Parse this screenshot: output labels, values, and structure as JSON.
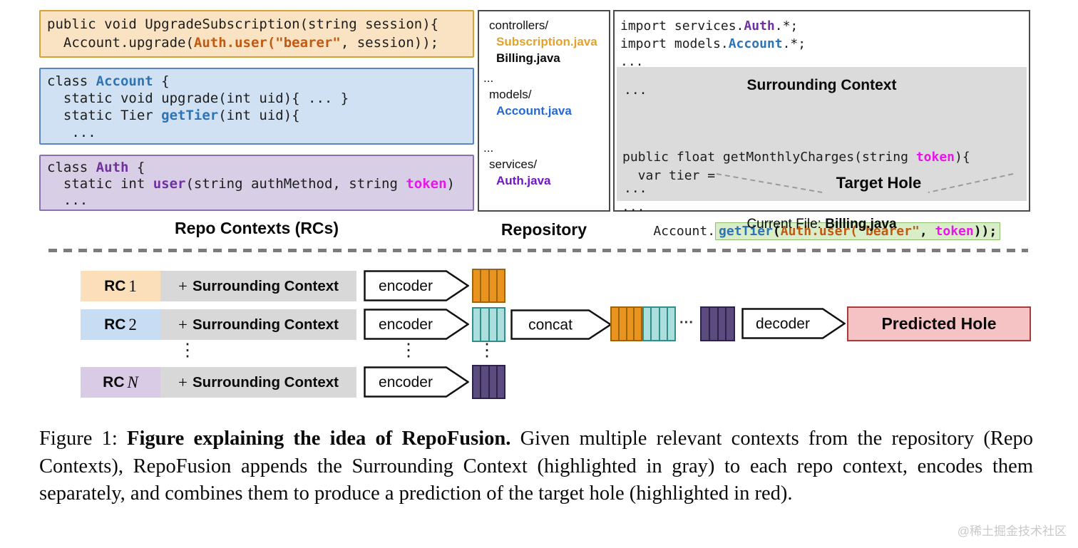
{
  "rc_section": {
    "label": "Repo Contexts (RCs)",
    "box1_lines": [
      [
        [
          "public void UpgradeSubscription(string session){",
          "plain"
        ]
      ],
      [
        [
          "  Account.upgrade(",
          "plain"
        ],
        [
          "Auth.user(\"bearer\"",
          "orange"
        ],
        [
          ", session));",
          "plain"
        ]
      ]
    ],
    "box2_lines": [
      [
        [
          "class ",
          "plain"
        ],
        [
          "Account",
          "blue"
        ],
        [
          " {",
          "plain"
        ]
      ],
      [
        [
          "  static void upgrade(int uid){ ... }",
          "plain"
        ]
      ],
      [
        [
          "  static Tier ",
          "plain"
        ],
        [
          "getTier",
          "blue"
        ],
        [
          "(int uid){",
          "plain"
        ]
      ],
      [
        [
          "   ...",
          "plain"
        ]
      ]
    ],
    "box3_lines": [
      [
        [
          "class ",
          "plain"
        ],
        [
          "Auth",
          "purple"
        ],
        [
          " {",
          "plain"
        ]
      ],
      [
        [
          "  static int ",
          "plain"
        ],
        [
          "user",
          "purple"
        ],
        [
          "(string authMethod, string ",
          "plain"
        ],
        [
          "token",
          "magenta"
        ],
        [
          ")",
          "plain"
        ]
      ],
      [
        [
          "  ...",
          "plain"
        ]
      ]
    ]
  },
  "repository": {
    "label": "Repository",
    "items": [
      {
        "text": "controllers/",
        "style": "plain",
        "indent": 8,
        "mt": 0
      },
      {
        "text": "Subscription.java",
        "style": "gold",
        "indent": 18,
        "mt": 0
      },
      {
        "text": "Billing.java",
        "style": "black",
        "indent": 18,
        "mt": 0
      },
      {
        "text": "...",
        "style": "plain",
        "indent": 0,
        "mt": 5
      },
      {
        "text": "models/",
        "style": "plain",
        "indent": 8,
        "mt": 0
      },
      {
        "text": "Account.java",
        "style": "blue",
        "indent": 18,
        "mt": 0
      },
      {
        "text": "...",
        "style": "plain",
        "indent": 0,
        "mt": 29
      },
      {
        "text": "services/",
        "style": "plain",
        "indent": 8,
        "mt": 0
      },
      {
        "text": "Auth.java",
        "style": "purple",
        "indent": 18,
        "mt": 0
      }
    ]
  },
  "current_file": {
    "import_lines": [
      [
        [
          "import services.",
          "plain"
        ],
        [
          "Auth",
          "purple"
        ],
        [
          ".*;",
          "plain"
        ]
      ],
      [
        [
          "import models.",
          "plain"
        ],
        [
          "Account",
          "blue"
        ],
        [
          ".*;",
          "plain"
        ]
      ],
      [
        [
          "...",
          "plain"
        ]
      ]
    ],
    "surrounding_title": "Surrounding Context",
    "dots": "...",
    "gray_code_lines": [
      [
        [
          "public float getMonthlyCharges(string ",
          "plain"
        ],
        [
          "token",
          "magenta"
        ],
        [
          "){",
          "plain"
        ]
      ],
      [
        [
          "  var tier =",
          "plain"
        ]
      ]
    ],
    "hole_prefix": "    Account.",
    "hole_segments": [
      [
        [
          "getTier",
          "blue"
        ],
        [
          "(",
          "bold"
        ],
        [
          "Auth.user(\"bearer\"",
          "orange"
        ],
        [
          ", ",
          "bold"
        ],
        [
          "token",
          "magenta"
        ],
        [
          "));",
          "bold"
        ]
      ]
    ],
    "target_hole_label": "Target Hole",
    "label_prefix": "Current File: ",
    "label_file": "Billing.java"
  },
  "diagram": {
    "rows": [
      {
        "rc": "RC",
        "num": "1",
        "plus": "+",
        "context": "Surrounding Context",
        "bg": "#FBDFBB"
      },
      {
        "rc": "RC",
        "num": "2",
        "plus": "+",
        "context": "Surrounding Context",
        "bg": "#C8DDF4"
      },
      {
        "rc": "RC",
        "num": "N",
        "plus": "+",
        "context": "Surrounding Context",
        "bg": "#D9CAE5"
      }
    ],
    "encoder_label": "encoder",
    "concat_label": "concat",
    "decoder_label": "decoder",
    "predicted_hole_label": "Predicted Hole",
    "vdots": "⋮",
    "hdots": "···"
  },
  "bar_colors": {
    "orange": {
      "fill": "#E8941F",
      "border": "#9A6410"
    },
    "teal": {
      "fill": "#ABDEDC",
      "border": "#2F8F8B"
    },
    "purple": {
      "fill": "#5C4B7E",
      "border": "#2D2348"
    }
  },
  "colors": {
    "rc1_bg": "#FBDFBB",
    "rc2_bg": "#C8DDF4",
    "rcn_bg": "#D9CAE5",
    "context_gray": "#D8D8D8",
    "surrounding_gray": "#DBDBDB",
    "hole_green_bg": "#D9EDC9",
    "hole_green_border": "#8CBE6E",
    "predicted_bg": "#F5C3C3",
    "predicted_border": "#A93A3A"
  },
  "caption": {
    "prefix": "Figure 1: ",
    "bold": "Figure explaining the idea of RepoFusion.",
    "rest": " Given multiple relevant contexts from the repository (Repo Contexts), RepoFusion appends the Surrounding Context (highlighted in gray) to each repo context, encodes them separately, and combines them to produce a prediction of the target hole (highlighted in red)."
  },
  "watermark": "@稀土掘金技术社区"
}
